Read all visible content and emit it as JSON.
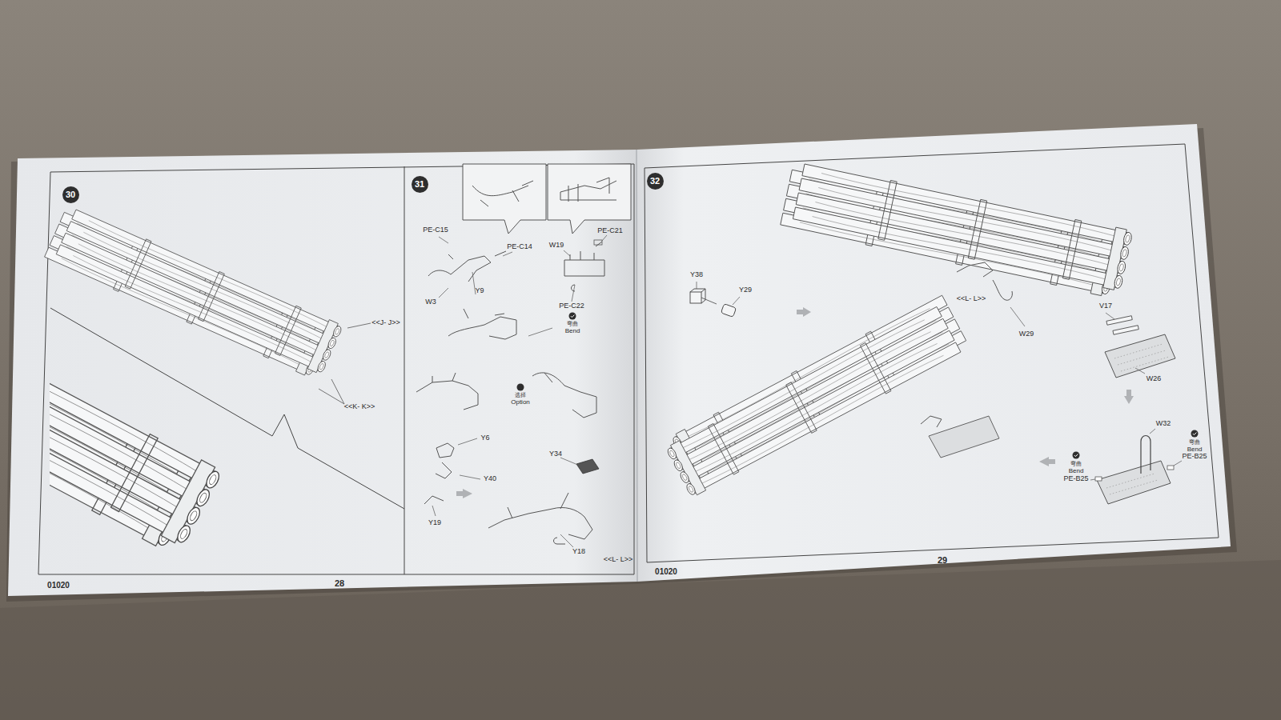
{
  "diagram": {
    "nodes": [
      {
        "text": [
          "30"
        ]
      },
      {
        "text": [
          "31"
        ]
      },
      {
        "text": [
          "32"
        ]
      }
    ],
    "labels": [
      "<<J- J>>",
      "<<K- K>>",
      "01020",
      "28",
      "PE-C15",
      "PE-C14",
      "W19",
      "PE-C21",
      "W3",
      "Y9",
      "PE-C22",
      "弯曲",
      "Bend",
      "选择",
      "Option",
      "Y6",
      "Y40",
      "Y19",
      "Y34",
      "Y18",
      "<<L- L>>",
      "Y38",
      "Y29",
      "<<L- L>>",
      "W29",
      "V17",
      "W26",
      "W32",
      "弯曲",
      "Bend",
      "PE-B25",
      "弯曲",
      "Bend",
      "PE-B25",
      "01020",
      "29"
    ]
  }
}
